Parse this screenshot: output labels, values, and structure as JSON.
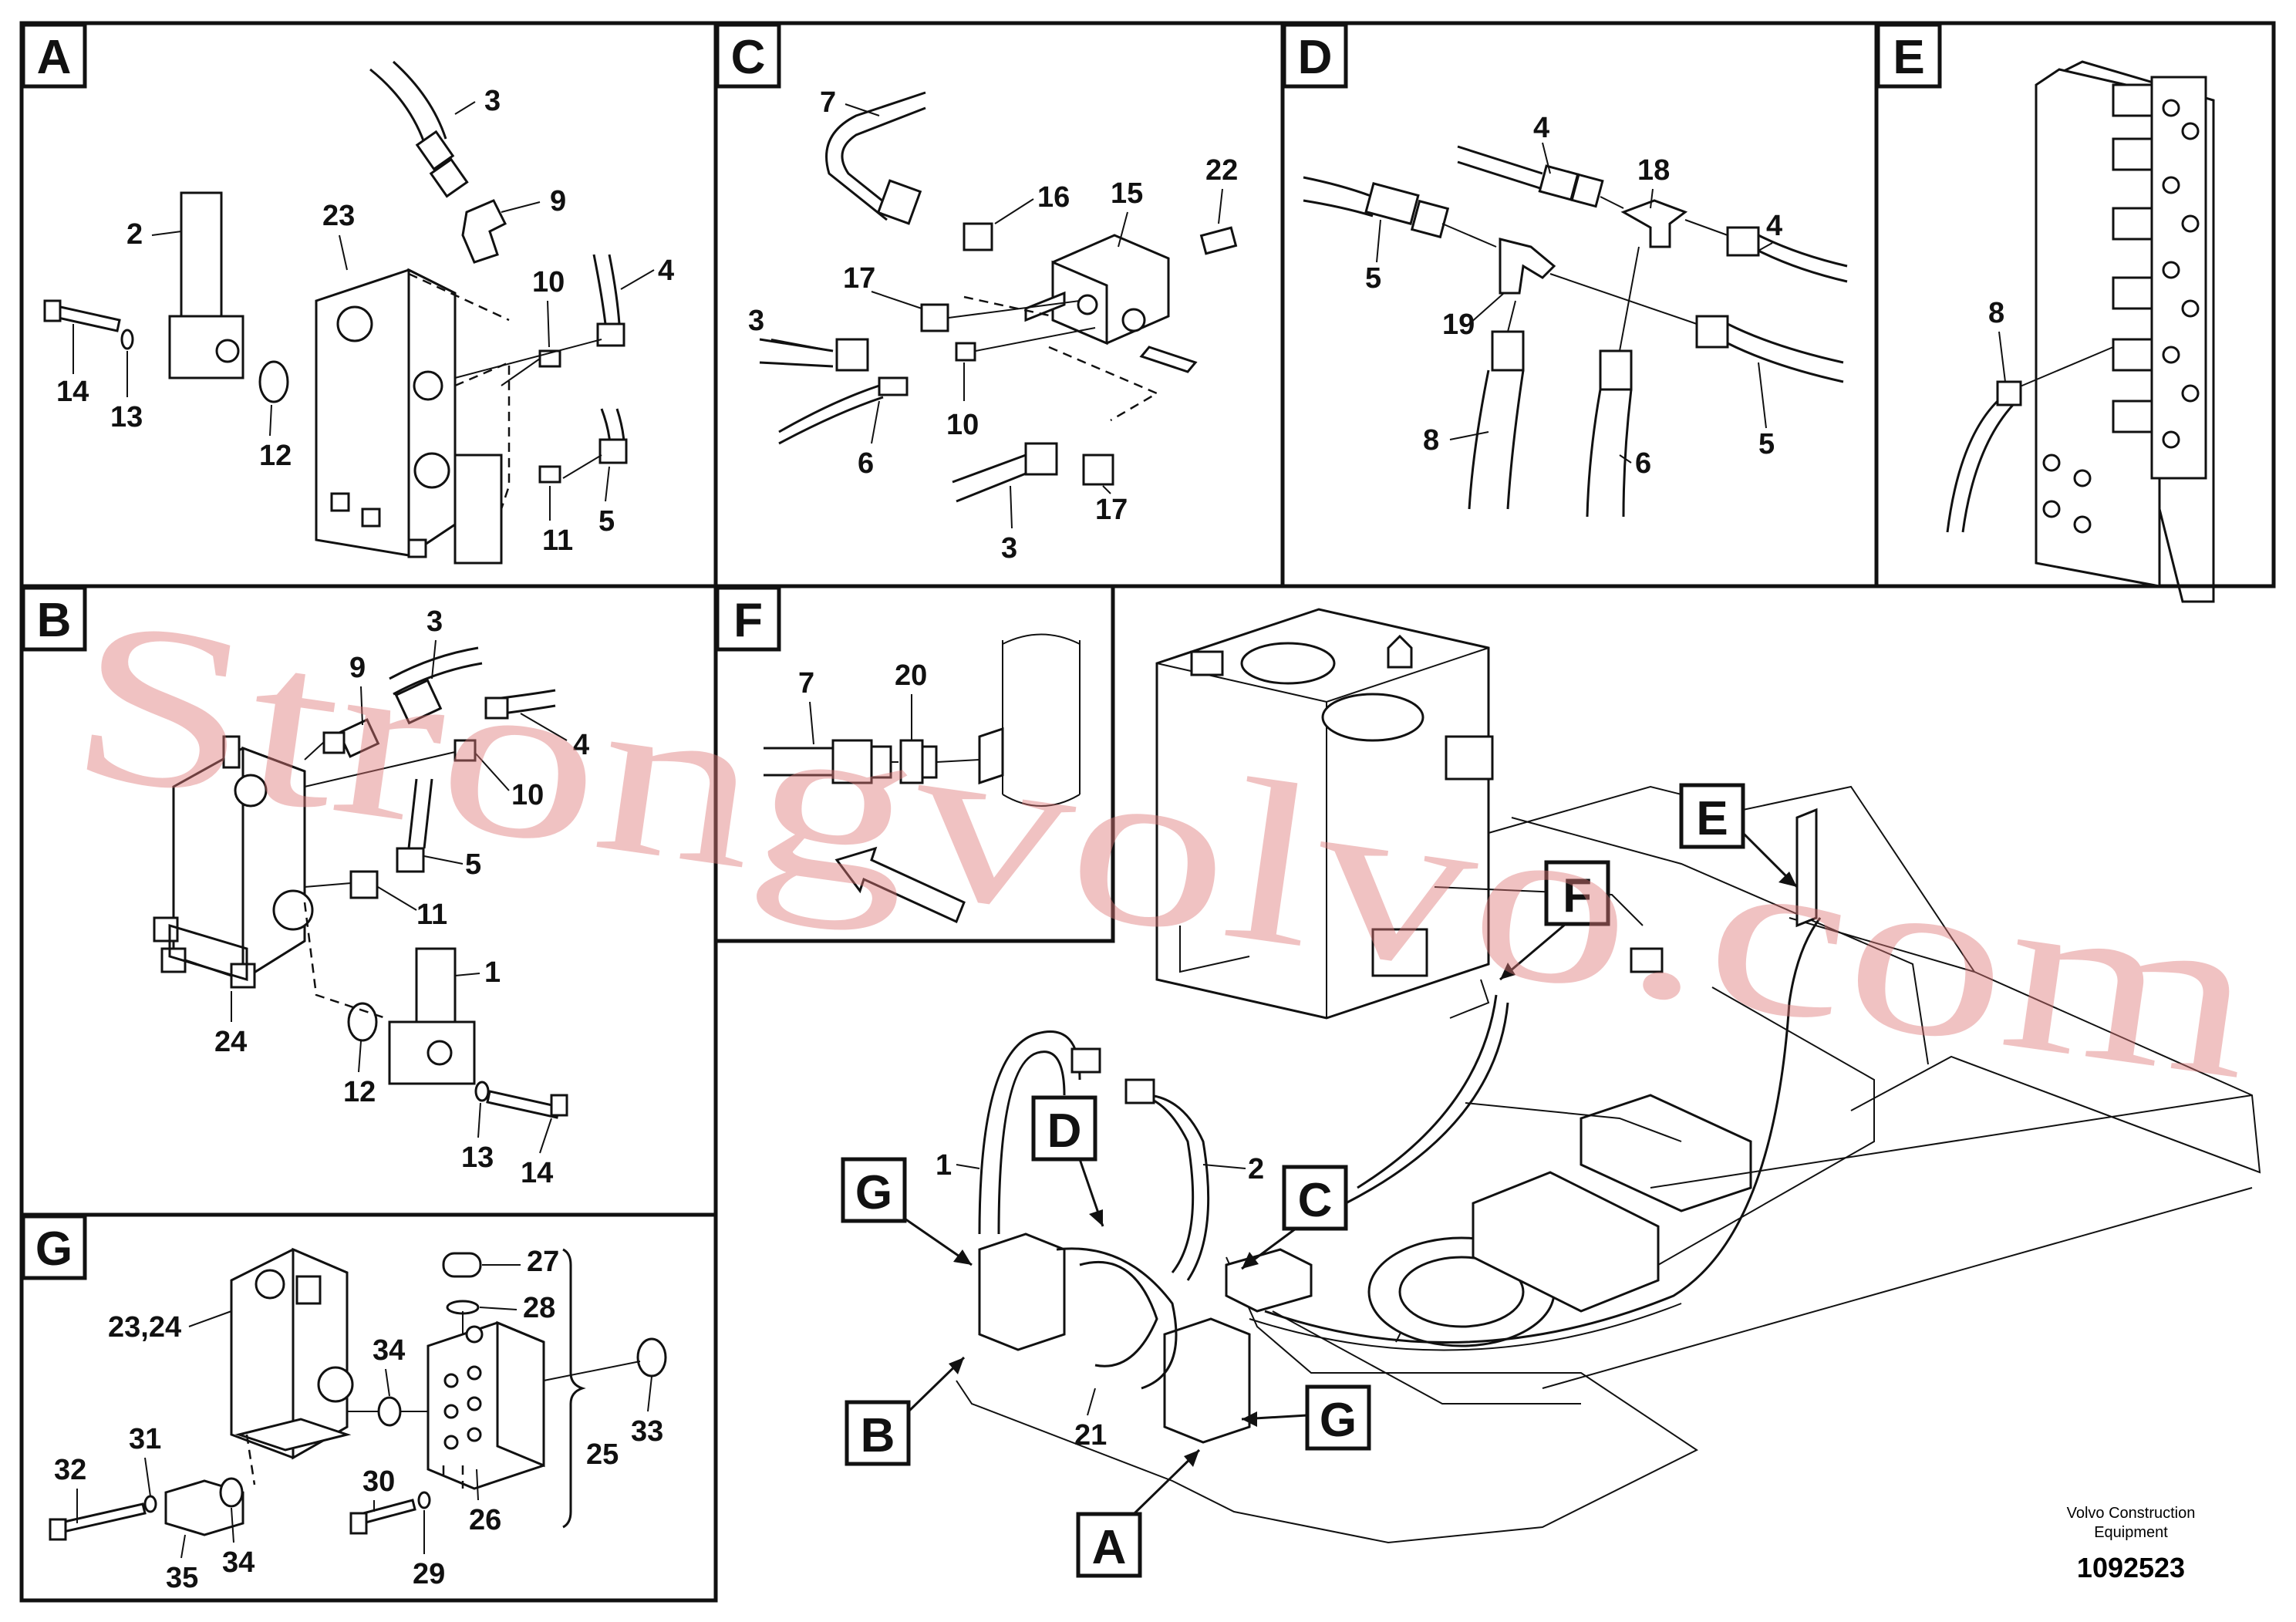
{
  "panels": [
    {
      "id": "A",
      "letter": "A"
    },
    {
      "id": "B",
      "letter": "B"
    },
    {
      "id": "C",
      "letter": "C"
    },
    {
      "id": "D",
      "letter": "D"
    },
    {
      "id": "E",
      "letter": "E"
    },
    {
      "id": "F",
      "letter": "F"
    },
    {
      "id": "G",
      "letter": "G"
    }
  ],
  "callouts": {
    "A": "A",
    "B": "B",
    "C": "C",
    "D": "D",
    "E": "E",
    "F": "F",
    "G1": "G",
    "G2": "G"
  },
  "labels": {
    "panelA": [
      "3",
      "9",
      "2",
      "23",
      "10",
      "4",
      "14",
      "13",
      "12",
      "11",
      "5"
    ],
    "panelB": [
      "9",
      "3",
      "4",
      "10",
      "5",
      "11",
      "1",
      "24",
      "12",
      "13",
      "14"
    ],
    "panelC": [
      "7",
      "16",
      "15",
      "22",
      "17",
      "3",
      "10",
      "6",
      "17",
      "3"
    ],
    "panelD": [
      "4",
      "18",
      "4",
      "5",
      "19",
      "8",
      "6",
      "5"
    ],
    "panelE": [
      "8"
    ],
    "panelF": [
      "7",
      "20"
    ],
    "panelG": [
      "27",
      "28",
      "23,24",
      "34",
      "31",
      "32",
      "25",
      "33",
      "30",
      "26",
      "35",
      "34",
      "29"
    ],
    "main": [
      "1",
      "2",
      "21"
    ]
  },
  "footer": {
    "company_line1": "Volvo Construction",
    "company_line2": "Equipment",
    "drawing_number": "1092523"
  },
  "watermark": "Strongvolvo.com"
}
